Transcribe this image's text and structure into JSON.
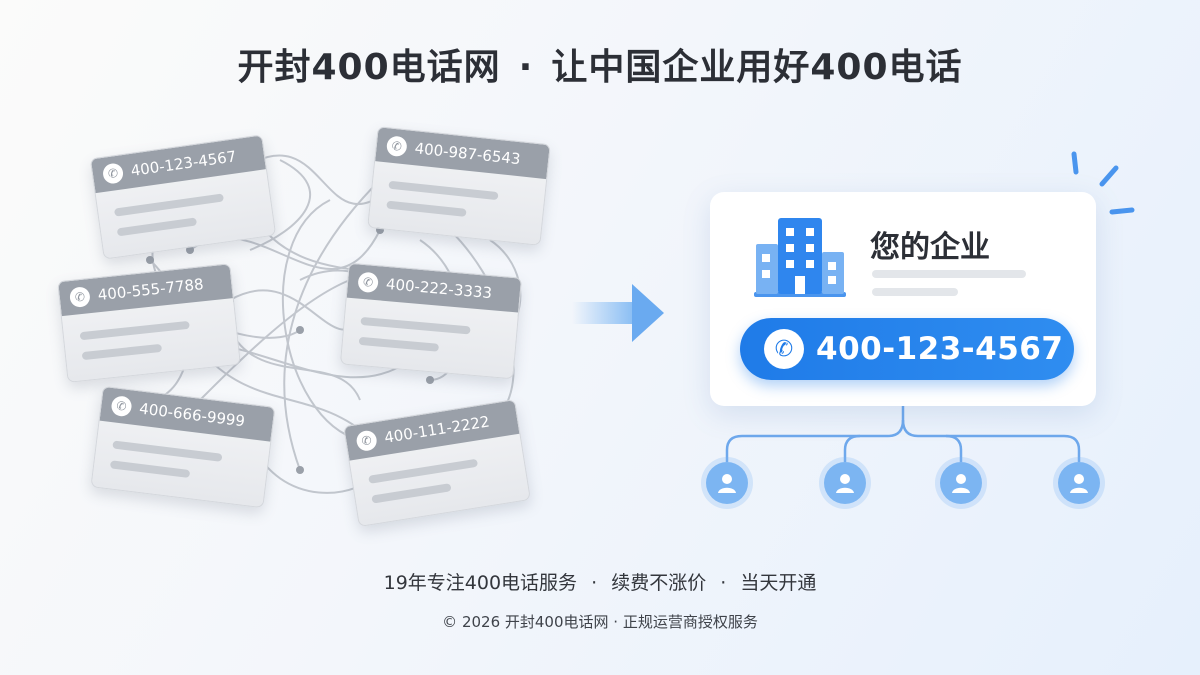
{
  "headline": {
    "left": "开封400电话网",
    "separator": "·",
    "right": "让中国企业用好400电话"
  },
  "scattered_cards": [
    {
      "number": "400-123-4567"
    },
    {
      "number": "400-987-6543"
    },
    {
      "number": "400-555-7788"
    },
    {
      "number": "400-222-3333"
    },
    {
      "number": "400-666-9999"
    },
    {
      "number": "400-111-2222"
    }
  ],
  "business": {
    "title": "您的企业",
    "number": "400-123-4567",
    "icon": "building-icon",
    "accent_color": "#1f7be8"
  },
  "tagline": {
    "part1": "19年专注400电话服务",
    "part2": "续费不涨价",
    "part3": "当天开通",
    "separator": "·"
  },
  "footer": {
    "text": "© 2026 开封400电话网 · 正规运营商授权服务"
  }
}
